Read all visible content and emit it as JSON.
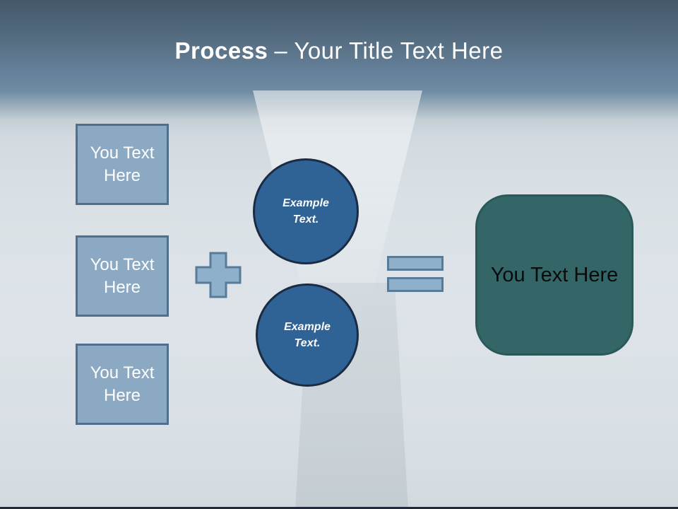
{
  "slide": {
    "title": {
      "prefix": "Process",
      "rest": "– Your Title Text Here"
    }
  },
  "diagram": {
    "input_boxes": [
      {
        "label": "You Text Here"
      },
      {
        "label": "You Text Here"
      },
      {
        "label": "You Text Here"
      }
    ],
    "operators": {
      "plus": "plus-icon",
      "equals": "equals-icon"
    },
    "circles": [
      {
        "label": "Example Text."
      },
      {
        "label": "Example Text."
      }
    ],
    "result_box": {
      "label": "You Text Here"
    }
  },
  "colors": {
    "header_top": "#45586B",
    "header_mid": "#5E7A93",
    "header_bottom": "#6F8CA4",
    "body_background": "#DCE2E7",
    "input_box_fill": "#8CA9C3",
    "input_box_border": "#4F6F8C",
    "operator_fill": "#8FB0CB",
    "operator_border": "#587C97",
    "circle_fill": "#2F6295",
    "circle_border": "#1B2B44",
    "result_fill": "#346667",
    "result_border": "#2B5859",
    "title_color": "#FDFDFE",
    "bottom_bar": "#1F2B39"
  }
}
